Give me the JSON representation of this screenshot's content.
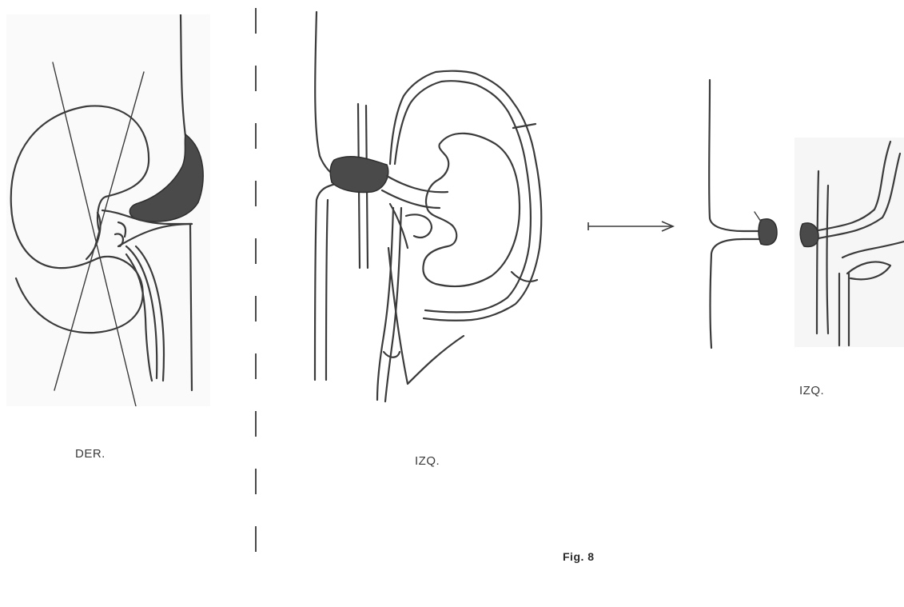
{
  "labels": {
    "right_kidney": "DER.",
    "left_kidney": "IZQ.",
    "left_detail": "IZQ.",
    "figure": "Fig. 8"
  },
  "colors": {
    "background": "#ffffff",
    "panel_tint": "#fafafa",
    "ink": "#3b3b3b"
  }
}
